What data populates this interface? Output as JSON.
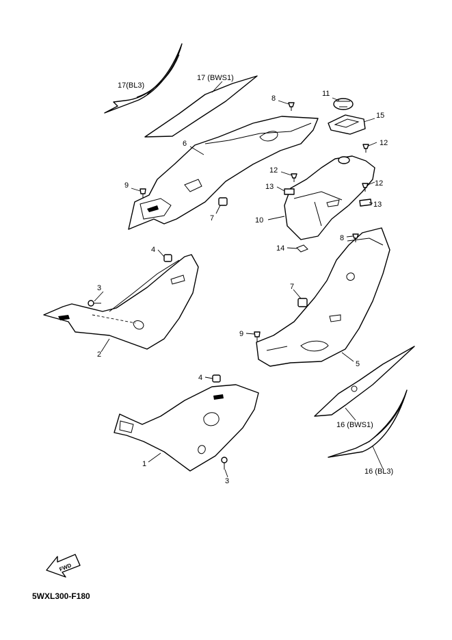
{
  "diagram_code": "5WXL300-F180",
  "fwd_label": "FWD",
  "callouts": {
    "p1": "1",
    "p2": "2",
    "p3a": "3",
    "p3b": "3",
    "p4a": "4",
    "p4b": "4",
    "p5": "5",
    "p6": "6",
    "p7a": "7",
    "p7b": "7",
    "p8a": "8",
    "p8b": "8",
    "p9a": "9",
    "p9b": "9",
    "p10": "10",
    "p11": "11",
    "p12a": "12",
    "p12b": "12",
    "p12c": "12",
    "p13a": "13",
    "p13b": "13",
    "p14": "14",
    "p15": "15",
    "p16a": "16 (BWS1)",
    "p16b": "16 (BL3)",
    "p17a": "17(BL3)",
    "p17b": "17 (BWS1)"
  }
}
